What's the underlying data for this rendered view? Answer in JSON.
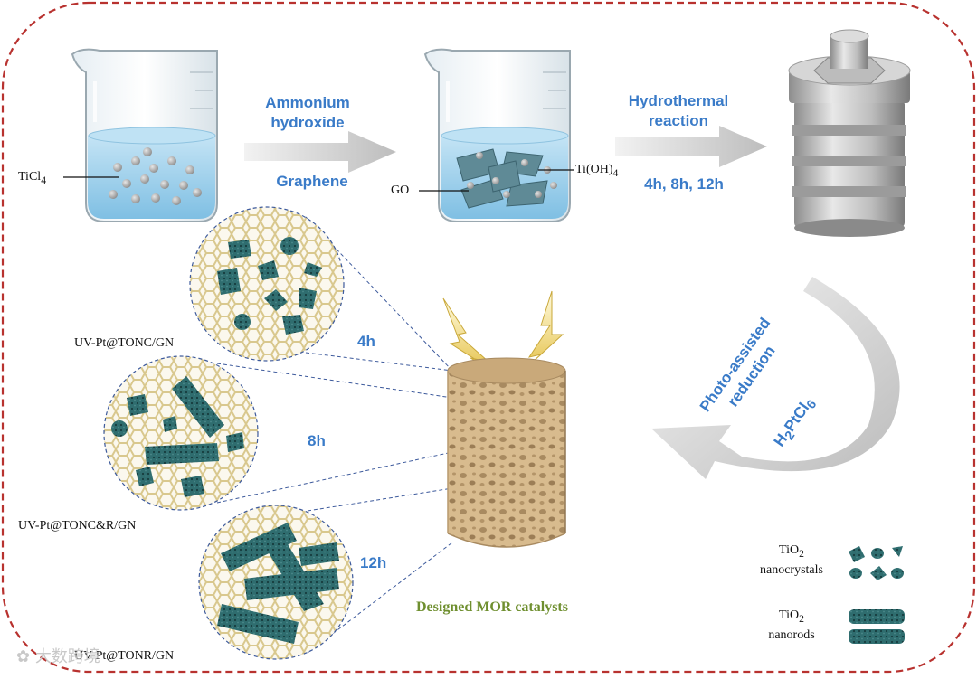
{
  "steps": {
    "step1_top_1": "Ammonium",
    "step1_top_2": "hydroxide",
    "step1_bottom": "Graphene",
    "step2_top_1": "Hydrothermal",
    "step2_top_2": "reaction",
    "step2_bottom": "4h, 8h, 12h",
    "step3_1": "Photo-assisted",
    "step3_2": "reduction"
  },
  "labels": {
    "ticl4_main": "TiCl",
    "ticl4_sub": "4",
    "go": "GO",
    "tioh_main": "Ti(OH)",
    "tioh_sub": "4",
    "h2ptcl6_a": "H",
    "h2ptcl6_b": "2",
    "h2ptcl6_c": "PtCl",
    "h2ptcl6_d": "6"
  },
  "samples": [
    {
      "time": "4h",
      "name": "UV-Pt@TONC/GN"
    },
    {
      "time": "8h",
      "name": "UV-Pt@TONC&R/GN"
    },
    {
      "time": "12h",
      "name": "UV-Pt@TONR/GN"
    }
  ],
  "catalyst_caption": "Designed MOR catalysts",
  "legend": {
    "nanocrystals_1": "TiO",
    "nanocrystals_sub": "2",
    "nanocrystals_2": "nanocrystals",
    "nanorods_1": "TiO",
    "nanorods_sub": "2",
    "nanorods_2": "nanorods"
  },
  "watermark": "大数跨境",
  "colors": {
    "border": "#b8322f",
    "accent_text": "#3a7bc8",
    "teal": "#2f6d6f",
    "mesh": "#d8c890",
    "foam": "#d6b98c",
    "water": "#9fd0ea"
  }
}
